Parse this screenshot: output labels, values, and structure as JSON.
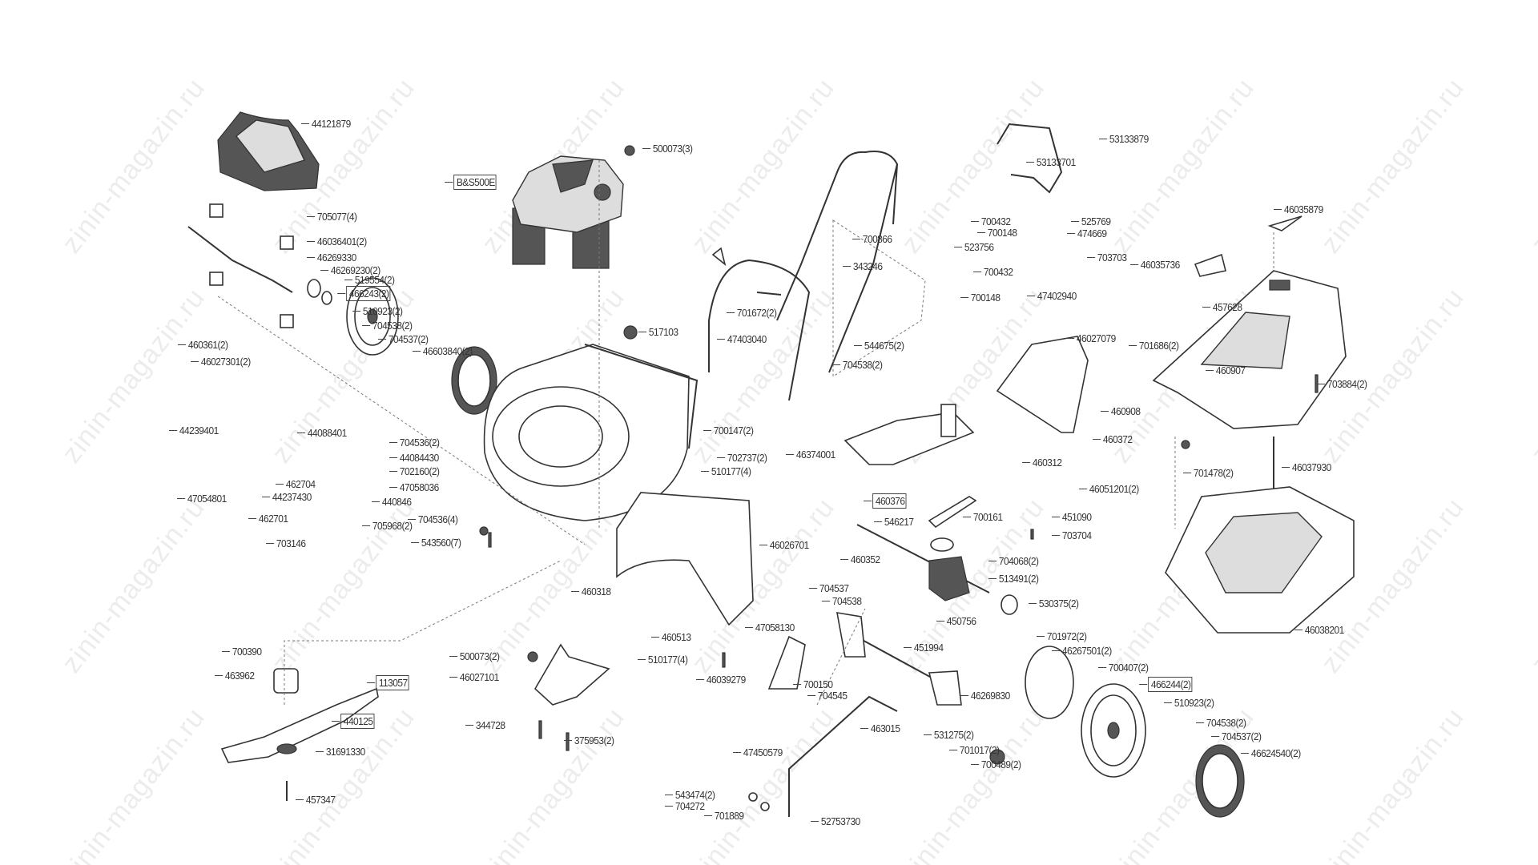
{
  "watermark": "zinin-magazin.ru",
  "part_numbers": [
    "44121879",
    "500073(3)",
    "B&S500E",
    "705077(4)",
    "46036401(2)",
    "46269330",
    "46269230(2)",
    "519554(2)",
    "466243(2)",
    "510923(2)",
    "704538(2)",
    "704537(2)",
    "46603840(2)",
    "460361(2)",
    "46027301(2)",
    "517103",
    "47403040",
    "701672(2)",
    "53133879",
    "53133701",
    "700432",
    "525769",
    "700148",
    "474669",
    "700866",
    "523756",
    "703703",
    "343246",
    "700432",
    "46035879",
    "46035736",
    "457628",
    "700148",
    "47402940",
    "544675(2)",
    "704538(2)",
    "46027079",
    "701686(2)",
    "460907",
    "703884(2)",
    "460908",
    "44239401",
    "44088401",
    "704536(2)",
    "44084430",
    "702160(2)",
    "462704",
    "47058036",
    "44237430",
    "440846",
    "47054801",
    "462701",
    "704536(4)",
    "705968(2)",
    "703146",
    "543560(7)",
    "700147(2)",
    "702737(2)",
    "510177(4)",
    "46374001",
    "460372",
    "460312",
    "46051201(2)",
    "701478(2)",
    "46037930",
    "460376",
    "546217",
    "700161",
    "451090",
    "703704",
    "460352",
    "704068(2)",
    "513491(2)",
    "46026701",
    "460318",
    "704537",
    "704538",
    "530375(2)",
    "450756",
    "47058130",
    "460513",
    "451994",
    "701972(2)",
    "46267501(2)",
    "700390",
    "500073(2)",
    "510177(4)",
    "700407(2)",
    "463962",
    "113057",
    "46027101",
    "46039279",
    "466244(2)",
    "700150",
    "704545",
    "46269830",
    "510923(2)",
    "440125",
    "344728",
    "704538(2)",
    "463015",
    "531275(2)",
    "704537(2)",
    "375953(2)",
    "701017(2)",
    "31691330",
    "47450579",
    "46624540(2)",
    "700489(2)",
    "46038201",
    "457347",
    "543474(2)",
    "704272",
    "701889",
    "52753730"
  ]
}
